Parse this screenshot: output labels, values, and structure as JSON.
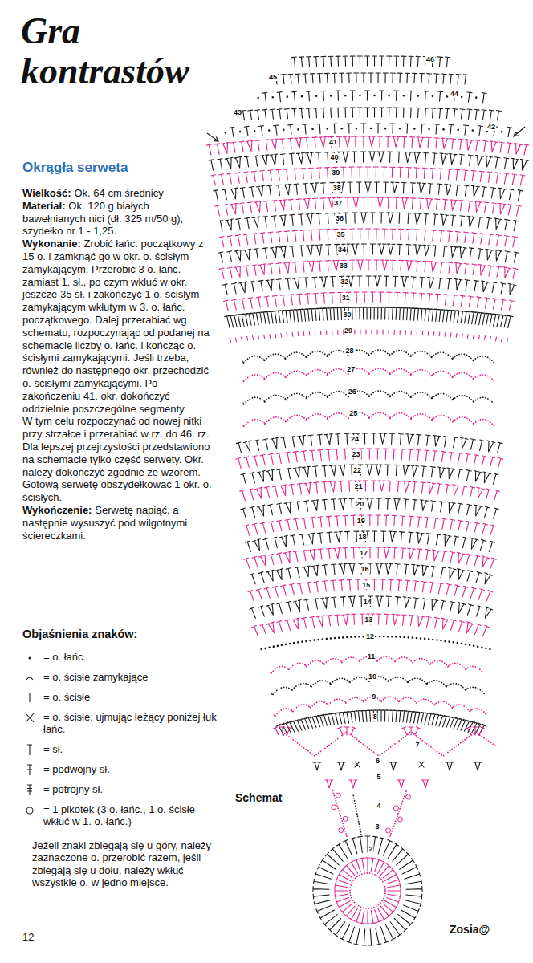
{
  "diagram": {
    "title": "Gra kontrastów",
    "labels": [
      "Okrągła serweta",
      "Wielkość:",
      "Ok. 64 cm średnicy",
      "Materiał:",
      "Ok. 120 g białych bawełnianych nici (dł. 325 m/50 g), szydełko nr 1 - 1,25.",
      "Wykonanie:",
      "Zrobić łańc. początkowy z 15 o. i zamknąć go w okr. o. ścisłym zamykającym. Przerobić 3 o. łańc. zamiast 1. sł., po czym wkłuć w okr. jeszcze 35 sł. i zakończyć 1 o. ścisłym zamykającym wkłutym w 3. o. łańc. początkowego. Dalej przerabiać wg schematu, rozpoczynając od podanej na schemacie liczby o. łańc. i kończąc o. ścisłymi zamykającymi. Jeśli trzeba, również do następnego okr. przechodzić o. ścisłymi zamykającymi. Po zakończeniu 41. okr. dokończyć oddzielnie poszczególne segmenty.",
      "W tym celu rozpoczynać od nowej nitki przy strzałce i przerabiać w rz. do 46. rz. Dla lepszej przejrzystości przedstawiono na schemacie tylko część serwety. Okr. należy dokończyć zgodnie ze wzorem. Gotową serwetę obszydełkować 1 okr. o. ścisłych.",
      "Wykończenie:",
      "Serwetę napiąć, a następnie wysuszyć pod wilgotnymi ściereczkami.",
      "Objaśnienia znaków:",
      "Jeżeli znaki zbiegają się u góry, należy zaznaczone o. przerobić razem, jeśli zbiegają się u dołu, należy wkłuć wszystkie o. w jedno miejsce.",
      "Schemat",
      "12",
      "Zosia@",
      "2",
      "3",
      "4",
      "5",
      "6",
      "7",
      "8",
      "9",
      "10",
      "11",
      "12",
      "13",
      "14",
      "15",
      "16",
      "17",
      "18",
      "19",
      "20",
      "21",
      "22",
      "23",
      "24",
      "25",
      "26",
      "27",
      "28",
      "29",
      "30",
      "31",
      "32",
      "33",
      "34",
      "35",
      "36",
      "37",
      "38",
      "39",
      "40",
      "41",
      "42",
      "43",
      "44",
      "45",
      "46"
    ],
    "legend": [
      {
        "text": "= o. łańc."
      },
      {
        "text": "= o. ścisłe zamykające"
      },
      {
        "text": "= o. ścisłe"
      },
      {
        "text": "= o. ścisłe, ujmując leżący poniżej łuk łańc."
      },
      {
        "text": "= sł."
      },
      {
        "text": "= podwójny sł."
      },
      {
        "text": "= potrójny sł."
      },
      {
        "text": "= 1 pikotek (3 o. łańc., 1 o. ścisłe wkłuć w 1. o. łańc.)"
      }
    ]
  }
}
